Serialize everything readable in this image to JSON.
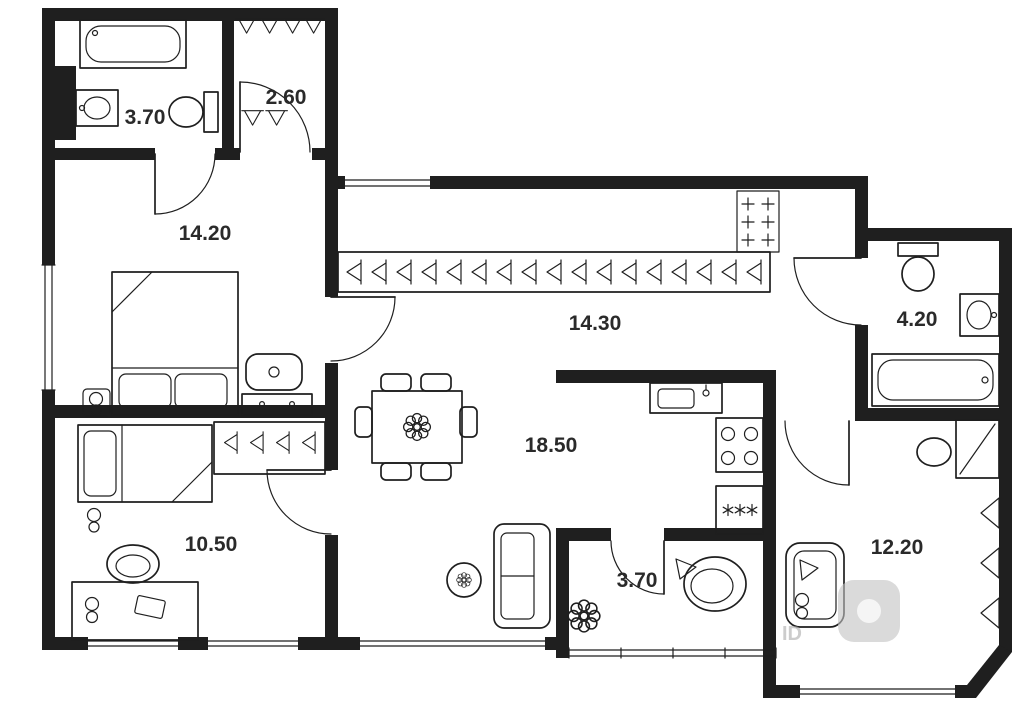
{
  "plan": {
    "rooms": [
      {
        "name": "bathroom-small",
        "area": "3.70"
      },
      {
        "name": "wardrobe",
        "area": "2.60"
      },
      {
        "name": "bedroom-master",
        "area": "14.20"
      },
      {
        "name": "hallway",
        "area": "14.30"
      },
      {
        "name": "bathroom",
        "area": "4.20"
      },
      {
        "name": "kitchen-living-room",
        "area": "18.50"
      },
      {
        "name": "bedroom-second",
        "area": "10.50"
      },
      {
        "name": "balcony",
        "area": "3.70"
      },
      {
        "name": "bedroom-third",
        "area": "12.20"
      }
    ],
    "watermark": {
      "text": "ID"
    },
    "colors": {
      "walls": "#1f1f1f",
      "background": "#ffffff",
      "watermark": "#ababab"
    }
  }
}
